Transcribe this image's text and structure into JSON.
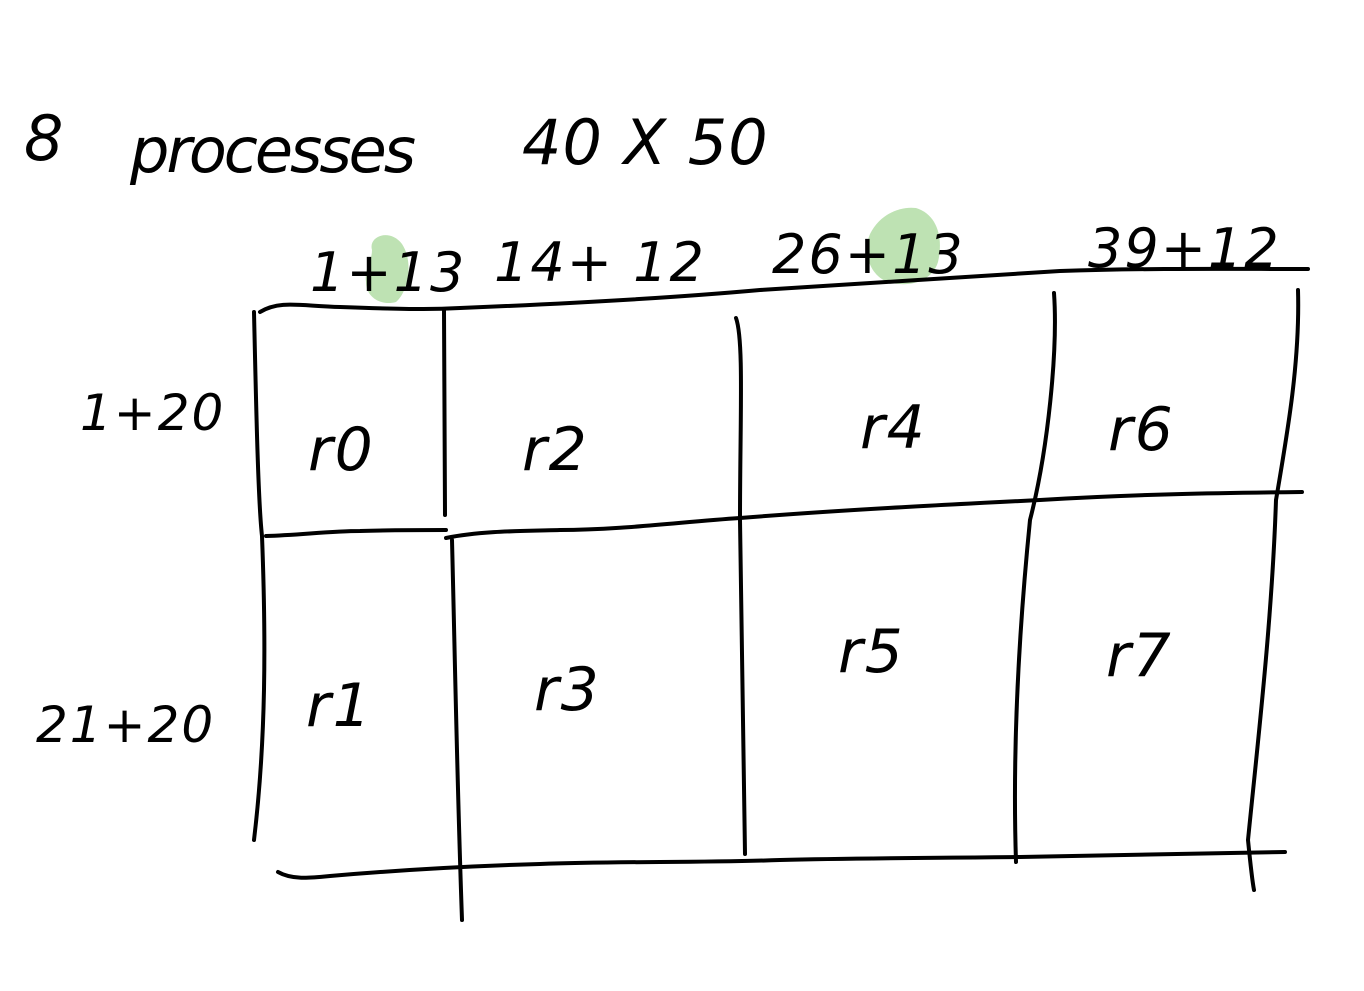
{
  "title": {
    "process_count": "8",
    "process_word": "processes",
    "grid_size": "40 X 50"
  },
  "highlight_color": "#a8d89a",
  "ink_color": "#000000",
  "column_labels": [
    "1+13",
    "14+ 12",
    "26+13",
    "39+12"
  ],
  "row_labels": [
    "1+20",
    "21+20"
  ],
  "cells": {
    "r0": "r0",
    "r1": "r1",
    "r2": "r2",
    "r3": "r3",
    "r4": "r4",
    "r5": "r5",
    "r6": "r6",
    "r7": "r7"
  }
}
